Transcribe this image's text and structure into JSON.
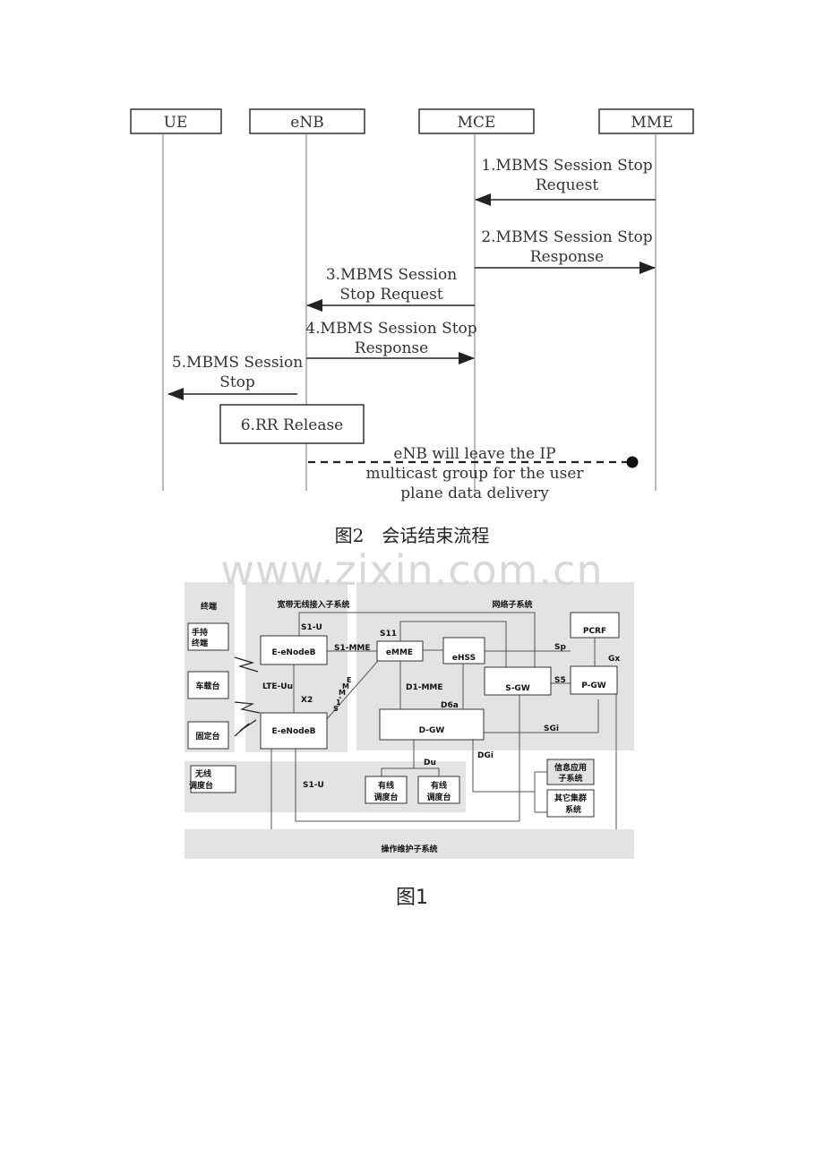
{
  "sequence": {
    "entities": [
      "UE",
      "eNB",
      "MCE",
      "MME"
    ],
    "steps": [
      {
        "lines": [
          "1.MBMS Session Stop",
          "Request"
        ]
      },
      {
        "lines": [
          "2.MBMS Session Stop",
          "Response"
        ]
      },
      {
        "lines": [
          "3.MBMS Session",
          "Stop Request"
        ]
      },
      {
        "lines": [
          "4.MBMS Session Stop",
          "Response"
        ]
      },
      {
        "lines": [
          "5.MBMS Session",
          "Stop"
        ]
      }
    ],
    "box_label": "6.RR Release",
    "note_lines": [
      "eNB will leave the IP",
      "multicast group for the user",
      "plane data delivery"
    ]
  },
  "caption2": "图2　会话结束流程",
  "watermark": "www.zixin.com.cn",
  "arch": {
    "region_terminal": "终端",
    "region_access": "宽带无线接入子系统",
    "region_network": "网络子系统",
    "region_ops": "操作维护子系统",
    "handheld": [
      "手持",
      "终端"
    ],
    "vehicle": "车载台",
    "fixed": "固定台",
    "wireless_console": [
      "无线",
      "调度台"
    ],
    "enodeb_top": "E-eNodeB",
    "enodeb_bottom": "E-eNodeB",
    "emme": "eMME",
    "ehss": "eHSS",
    "sgw": "S-GW",
    "pcrf": "PCRF",
    "pgw": "P-GW",
    "dgw": "D-GW",
    "wired_console_1": [
      "有线",
      "调度台"
    ],
    "wired_console_2": [
      "有线",
      "调度台"
    ],
    "info_app": [
      "信息应用",
      "子系统"
    ],
    "other_cluster": [
      "其它集群",
      "系统"
    ],
    "labels": {
      "s1u_top": "S1-U",
      "s11": "S11",
      "s1mme": "S1-MME",
      "sp": "Sp",
      "gx": "Gx",
      "s5": "S5",
      "lteuu": "LTE-Uu",
      "x2": "X2",
      "d1mme": "D1-MME",
      "d6a": "D6a",
      "sgi": "SGi",
      "du": "Du",
      "dgi": "DGi",
      "s1u_bottom": "S1-U",
      "s1mme_diag": [
        "S",
        "1",
        "-",
        "M",
        "M",
        "E"
      ]
    }
  },
  "caption1": "图1"
}
